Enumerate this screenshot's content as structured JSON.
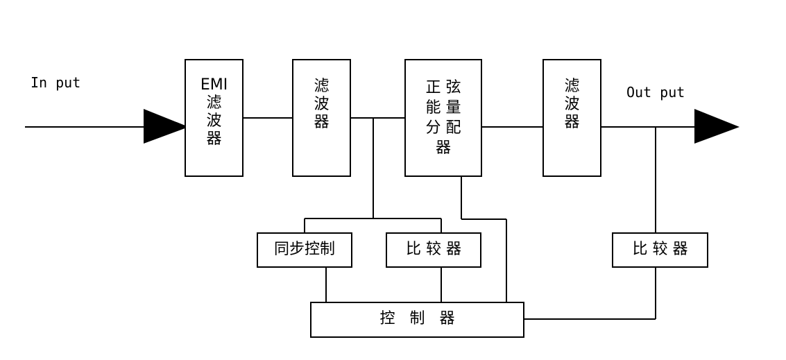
{
  "io": {
    "input": "In put",
    "output": "Out put"
  },
  "blocks": {
    "emi_filter": [
      "EMI",
      "滤",
      "波",
      "器"
    ],
    "filter_1": [
      "滤",
      "波",
      "器"
    ],
    "sine_distributor": [
      "正 弦",
      "能 量",
      "分 配",
      "器"
    ],
    "filter_2": [
      "滤",
      "波",
      "器"
    ],
    "sync_control": "同步控制",
    "comparator_1": "比 较 器",
    "comparator_2": "比 较 器",
    "controller": "控   制   器"
  },
  "colors": {
    "line": "#000000",
    "background": "#ffffff"
  }
}
